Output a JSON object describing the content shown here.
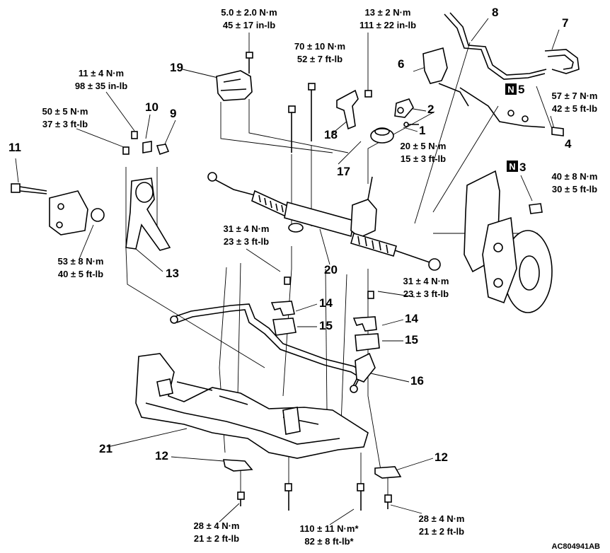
{
  "torque_specs": {
    "t_top_bolt": [
      "5.0 ± 2.0 N·m",
      "45 ± 17 in-lb"
    ],
    "t_rack_bolts": [
      "70 ± 10 N·m",
      "52 ± 7 ft-lb"
    ],
    "t_bracket": [
      "13 ± 2 N·m",
      "111 ± 22 in-lb"
    ],
    "t_tierod_end": [
      "57 ± 7 N·m",
      "42 ± 5 ft-lb"
    ],
    "t_link_upper": [
      "11 ± 4 N·m",
      "98 ± 35 in-lb"
    ],
    "t_link_left": [
      "50 ± 5 N·m",
      "37 ± 3 ft-lb"
    ],
    "t_joint": [
      "20 ± 5 N·m",
      "15 ± 3 ft-lb"
    ],
    "t_nut3": [
      "40 ± 8 N·m",
      "30 ± 5 ft-lb"
    ],
    "t_roll_stopper": [
      "53 ± 8 N·m",
      "40 ± 5 ft-lb"
    ],
    "t_stab_left": [
      "31 ± 4 N·m",
      "23 ± 3 ft-lb"
    ],
    "t_stab_right": [
      "31 ± 4 N·m",
      "23 ± 3 ft-lb"
    ],
    "t_bottom_left": [
      "28 ± 4 N·m",
      "21 ± 2 ft-lb"
    ],
    "t_crossmember": [
      "110 ± 11 N·m*",
      "82 ± 8 ft-lb*"
    ],
    "t_bottom_right": [
      "28 ± 4 N·m",
      "21 ± 2 ft-lb"
    ]
  },
  "part_numbers": {
    "p1": "1",
    "p2": "2",
    "p3": "3",
    "p4": "4",
    "p5": "5",
    "p6": "6",
    "p7": "7",
    "p8": "8",
    "p9": "9",
    "p10": "10",
    "p11": "11",
    "p12a": "12",
    "p12b": "12",
    "p13": "13",
    "p14a": "14",
    "p14b": "14",
    "p15a": "15",
    "p15b": "15",
    "p16": "16",
    "p17": "17",
    "p18": "18",
    "p19": "19",
    "p20": "20",
    "p21": "21"
  },
  "replace_marker": "N",
  "reference_code": "AC804941AB",
  "colors": {
    "ink": "#000000",
    "paper": "#ffffff"
  }
}
